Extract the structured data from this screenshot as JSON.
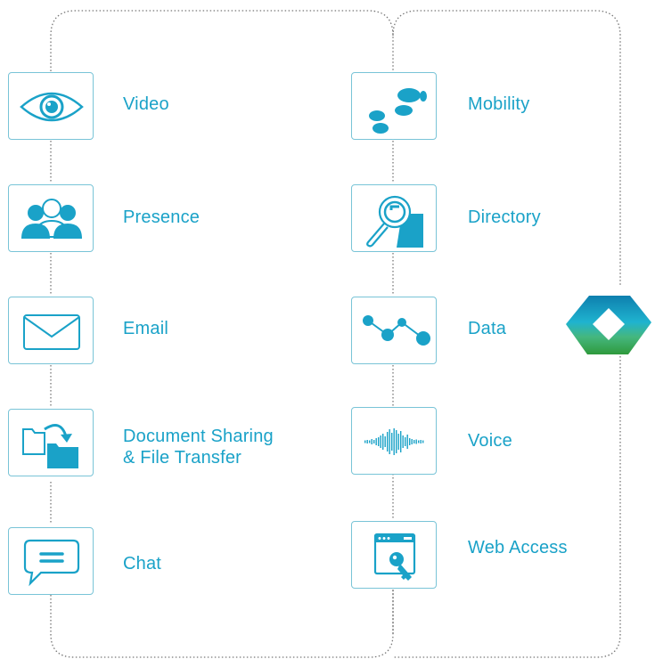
{
  "accent_color": "#1aa2c8",
  "border_color": "#79c4d7",
  "left_column": [
    {
      "label": "Video",
      "icon": "eye-icon"
    },
    {
      "label": "Presence",
      "icon": "users-icon"
    },
    {
      "label": "Email",
      "icon": "envelope-icon"
    },
    {
      "label_line1": "Document Sharing",
      "label_line2": "& File Transfer",
      "icon": "folder-transfer-icon"
    },
    {
      "label": "Chat",
      "icon": "chat-bubble-icon"
    }
  ],
  "right_column": [
    {
      "label": "Mobility",
      "icon": "footsteps-icon"
    },
    {
      "label": "Directory",
      "icon": "magnifier-icon"
    },
    {
      "label": "Data",
      "icon": "data-nodes-icon"
    },
    {
      "label": "Voice",
      "icon": "waveform-icon"
    },
    {
      "label": "Web Access",
      "icon": "browser-key-icon"
    }
  ],
  "logo": {
    "icon": "brand-diamond-logo",
    "colors": [
      "#0e7fae",
      "#1fb3cf",
      "#5cbf4a"
    ]
  }
}
